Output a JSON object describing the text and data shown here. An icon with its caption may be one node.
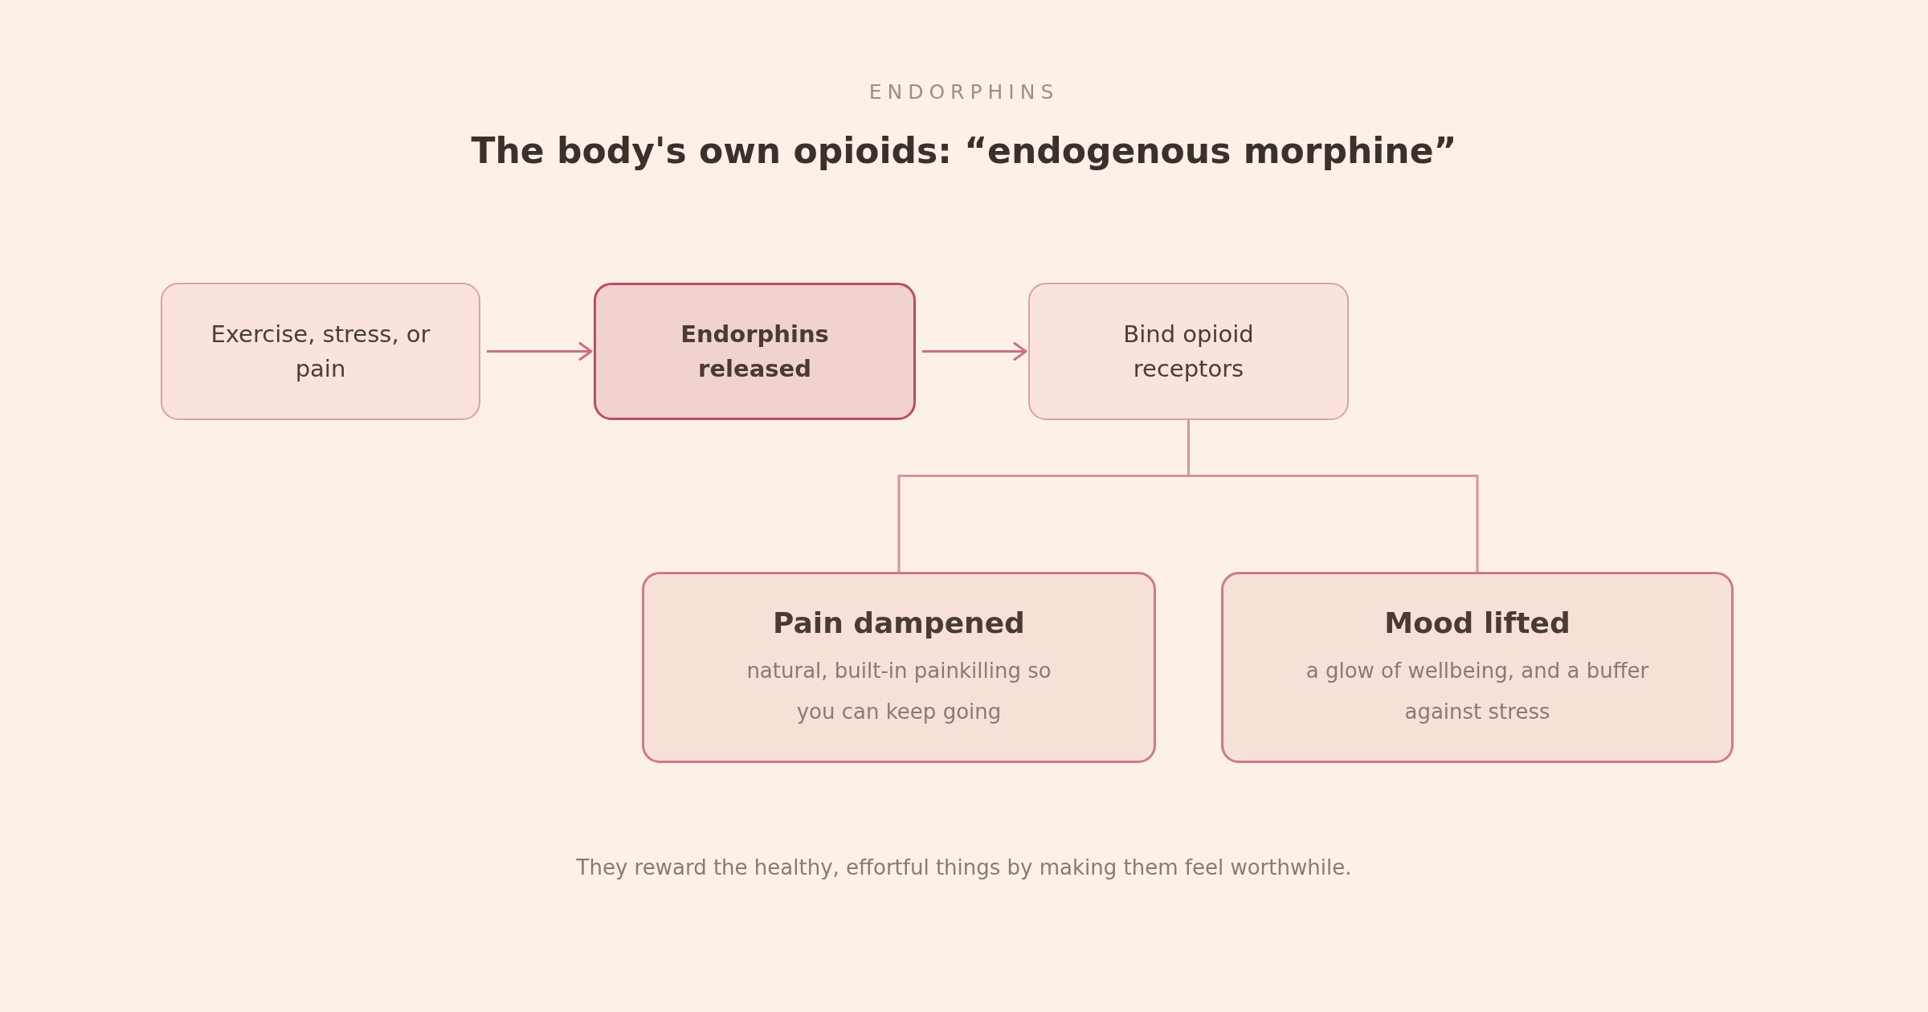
{
  "diagram": {
    "title": "The body's own opioids: “endogenous morphine”",
    "caption": "They reward the healthy, effortful things by making them feel worthwhile.",
    "nodes": [
      {
        "text": [
          "Exercise, stress, or pain"
        ]
      },
      {
        "text": [
          "Endorphins released"
        ]
      },
      {
        "text": [
          "Bind opioid receptors"
        ]
      },
      {
        "text": [
          "Pain dampened",
          "natural, built-in painkilling so you can keep going"
        ]
      },
      {
        "text": [
          "Mood lifted",
          "a glow of wellbeing, and a buffer against stress"
        ]
      }
    ],
    "edges": [
      {
        "from": 0,
        "to": 1,
        "arrow": "to"
      },
      {
        "from": 1,
        "to": 2,
        "arrow": "to"
      },
      {
        "from": 2,
        "to": 3,
        "arrow": "none",
        "color": "#d4959b"
      },
      {
        "from": 2,
        "to": 4,
        "arrow": "none",
        "color": "#d4959b"
      }
    ],
    "labels": [
      "ENDORPHINS"
    ]
  }
}
